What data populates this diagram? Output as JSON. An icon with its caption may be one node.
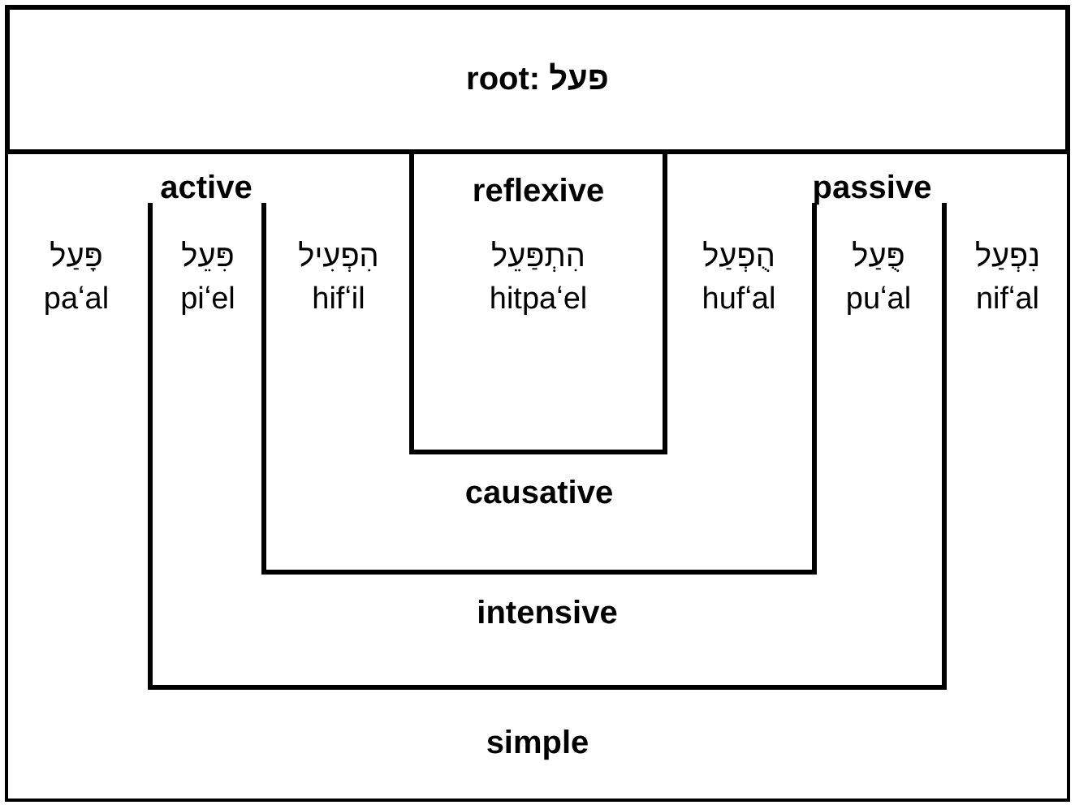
{
  "diagram": {
    "nodes": [
      {
        "text": [
          "root: פעל"
        ]
      },
      {
        "text": [
          "פָּעַל",
          "paʻal"
        ]
      },
      {
        "text": [
          "intensive"
        ]
      },
      {
        "text": [
          "פִּעֵל",
          "piʻel"
        ],
        "in": 2
      },
      {
        "text": [
          "causative"
        ],
        "in": 2
      },
      {
        "text": [
          "הִפְעִיל",
          "hifʻil"
        ],
        "in": 4
      },
      {
        "text": [
          "reflexive"
        ]
      },
      {
        "text": [
          "הִתְפַּעֵל",
          "hitpaʻel"
        ],
        "in": 6
      },
      {
        "text": [
          "הֻפְעַל",
          "hufʻal"
        ],
        "in": 4
      },
      {
        "text": [
          "פֻּעַל",
          "puʻal"
        ],
        "in": 2
      },
      {
        "text": [
          "נִפְעַל",
          "nifʻal"
        ]
      }
    ],
    "labels": [
      "active",
      "passive",
      "simple"
    ]
  }
}
